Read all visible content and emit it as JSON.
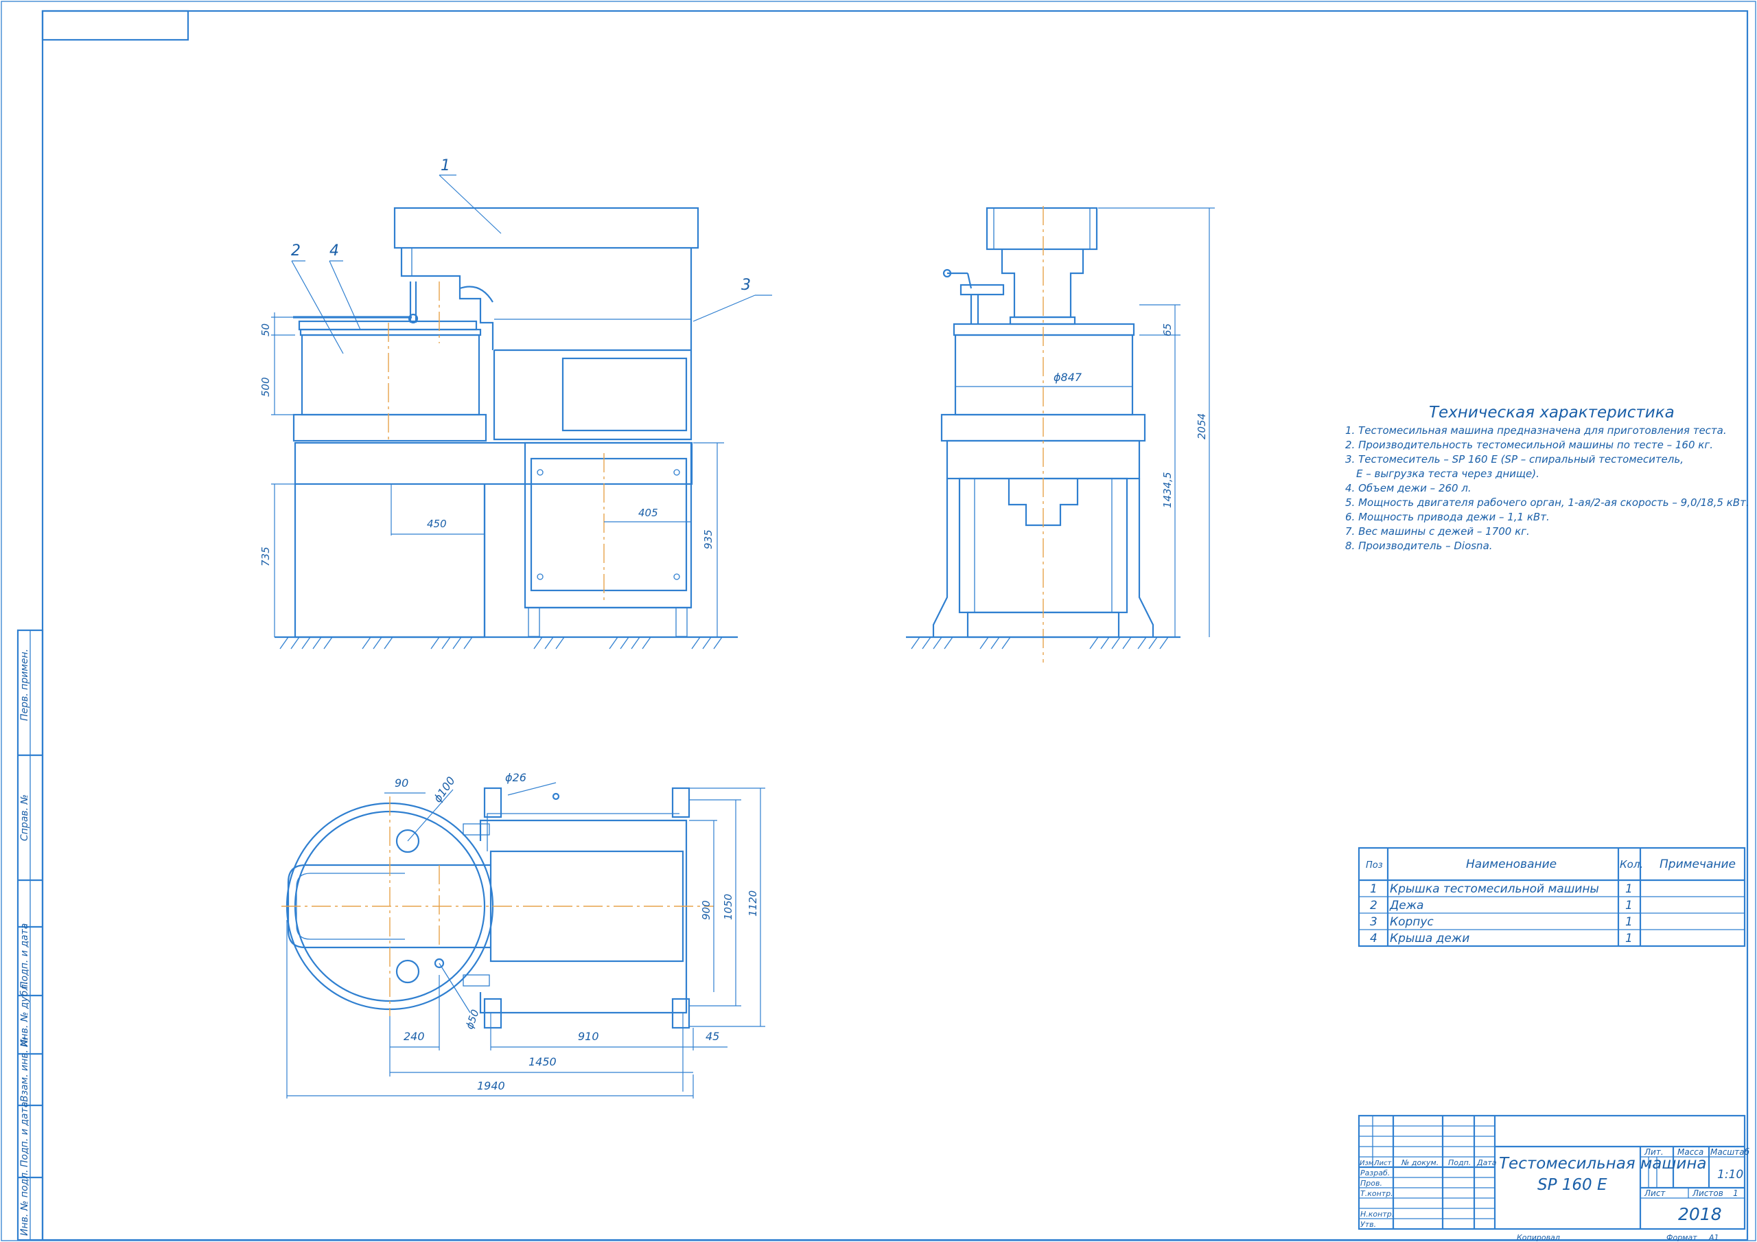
{
  "callouts": {
    "c1": "1",
    "c2": "2",
    "c3": "3",
    "c4": "4"
  },
  "front_view_dims": {
    "d50": "50",
    "d500": "500",
    "d735": "735",
    "d450": "450",
    "d405": "405",
    "d935": "935"
  },
  "side_view_dims": {
    "d65": "65",
    "d847": "ϕ847",
    "d1434": "1434,5",
    "d2054": "2054"
  },
  "plan_view_dims": {
    "d90": "90",
    "d100": "ϕ100",
    "d26": "ϕ26",
    "d900": "900",
    "d1050": "1050",
    "d1120": "1120",
    "d240": "240",
    "d910": "910",
    "d45": "45",
    "d1450": "1450",
    "d1940": "1940",
    "d50": "ϕ50"
  },
  "tech_spec": {
    "title": "Техническая характеристика",
    "lines": [
      "1. Тестомесильная машина предназначена для приготовления теста.",
      "2. Производительность тестомесильной машины по тесте – 160 кг.",
      "3. Тестомеситель – SP 160 E (SP – спиральный тестомеситель,",
      "E – выгрузка теста через днище).",
      "4. Объем дежи – 260 л.",
      "5. Мощность двигателя рабочего орган, 1-ая/2-ая скорость – 9,0/18,5 кВт.",
      "6. Мощность привода дежи – 1,1 кВт.",
      "7. Вес машины с дежей – 1700 кг.",
      "8. Производитель – Diosna."
    ]
  },
  "parts_table": {
    "headers": [
      "Поз",
      "Наименование",
      "Кол.",
      "Примечание"
    ],
    "rows": [
      [
        "1",
        "Крышка тестомесильной машины",
        "1",
        ""
      ],
      [
        "2",
        "Дежа",
        "1",
        ""
      ],
      [
        "3",
        "Корпус",
        "1",
        ""
      ],
      [
        "4",
        "Крыша дежи",
        "1",
        ""
      ]
    ]
  },
  "title_block": {
    "col_labels": [
      "Изм.",
      "Лист",
      "№ докум.",
      "Подп.",
      "Дата"
    ],
    "roles": [
      "Разраб.",
      "Пров.",
      "Т.контр.",
      "",
      "Н.контр.",
      "Утв."
    ],
    "name_line1": "Тестомесильная машина",
    "name_line2": "SP 160 E",
    "lit_label": "Лит.",
    "mass_label": "Масса",
    "scale_label": "Масштаб",
    "scale_value": "1:10",
    "sheet_label": "Лист",
    "sheets_label": "Листов",
    "sheets_value": "1",
    "org": "2018",
    "copied": "Копировал",
    "format_label": "Формат",
    "format_value": "A1"
  },
  "side_stamps": [
    "Перв. примен.",
    "Справ. №",
    "Подп. и дата",
    "Инв. № дубл.",
    "Взам. инв. №",
    "Подп. и дата",
    "Инв. № подл."
  ]
}
